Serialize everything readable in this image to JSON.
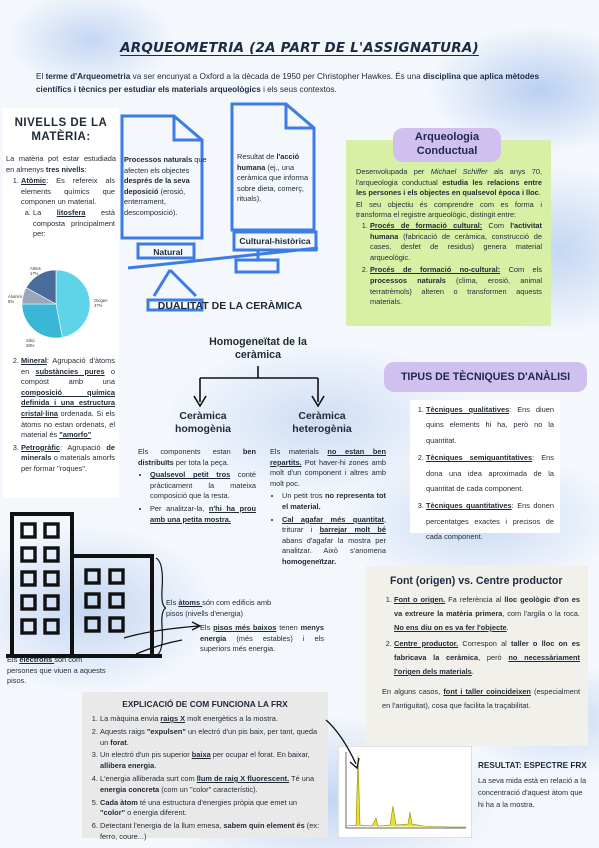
{
  "title": "ARQUEOMETRIA (2A PART DE L'ASSIGNATURA)",
  "intro": {
    "p1": "El ",
    "b1": "terme d'Arqueometria",
    "p2": " va ser encunyat a Oxford a la dècada de 1950 per Christopher Hawkes. És una ",
    "b2": "disciplina que aplica mètodes científics i tècnics per estudiar els materials arqueològics",
    "p3": " i els seus contextos."
  },
  "nivells": {
    "heading": "NIVELLS DE LA MATÈRIA:",
    "lead_a": "La matèria pot estar estudiada en almenys ",
    "lead_b": "tres nivells",
    "lead_c": ":",
    "item1_label": "Atòmic",
    "item1_text": ": Es refereix als elements químics que componen un material.",
    "sub_a_label": "La ",
    "sub_a_term": "litosfera",
    "sub_a_text": " està composta principalment per:",
    "item2_label": "Mineral",
    "item2_a": ": Agrupació d'àtoms en ",
    "item2_b": "substàncies pures",
    "item2_c": " o compost amb una ",
    "item2_d": "composició química definida i una estructura cristal·lina",
    "item2_e": " ordenada. Si els àtoms no estan ordenats, el material és ",
    "item2_f": "\"amorfo\"",
    "item3_label": "Petrogràfic",
    "item3_a": ": Agrupació ",
    "item3_b": "de minerals",
    "item3_c": " o materials amorfs per formar \"roques\"."
  },
  "pie": {
    "slices": [
      {
        "label": "Oxígen",
        "value": 47,
        "display": "47%",
        "color": "#5fd3e8"
      },
      {
        "label": "Silici",
        "value": 28,
        "display": "28%",
        "color": "#3ab7d6"
      },
      {
        "label": "Alumini",
        "value": 8,
        "display": "8%",
        "color": "#9aa7b6"
      },
      {
        "label": "Altres",
        "value": 17,
        "display": "17%",
        "color": "#4a6c9a"
      }
    ]
  },
  "dualitat": {
    "natural_a": "Processos naturals",
    "natural_b": " que afecten els objectes ",
    "natural_c": "després de la seva deposició",
    "natural_d": " (erosió, enterrament, descomposició).",
    "natural_label": "Natural",
    "cultural_a": "Resultat de ",
    "cultural_b": "l'acció humana",
    "cultural_c": " (ej., una ceràmica que informa sobre dieta, comerç, rituals).",
    "cultural_label": "Cultural-històrica",
    "caption": "DUALITAT DE LA CERÀMICA"
  },
  "arq": {
    "pill": "Arqueologia Conductual",
    "p1": "Desenvolupada per ",
    "p1_i": "Michael Schiffer",
    "p1_b": " als anys 70, l'arqueologia conductual ",
    "p1_c": "estudia les relacions entre les persones i els objectes en qualsevol època i lloc",
    "p1_d": ".",
    "p2": "El seu objectiu és comprendre com es forma i transforma el registre arqueològic, distingit entre:",
    "i1_label": "Procés de formació cultural:",
    "i1_a": " Com ",
    "i1_b": "l'activitat humana",
    "i1_c": " (fabricació de ceràmica, construcció de cases, desfet de residus) genera material arqueològic.",
    "i2_label": "Procés de formació no-cultural:",
    "i2_a": " Com els ",
    "i2_b": "processos naturals",
    "i2_c": " (clima, erosió, animal terratrèmols) alteren o transformen aquests materials."
  },
  "homog": {
    "title": "Homogeneïtat de la ceràmica",
    "left_title": "Ceràmica homogènia",
    "left_a": "Els components estan ",
    "left_b": "ben distribuïts",
    "left_c": " per tota la peça.",
    "left_li1_a": "Qualsevol petit tros",
    "left_li1_b": " conté pràcticament la mateixa composició que la resta.",
    "left_li2_a": "Per analitzar-la, ",
    "left_li2_b": "n'hi ha prou amb una petita mostra.",
    "right_title": "Ceràmica heterogènia",
    "right_a": "Els materials ",
    "right_b": "no estan ben repartits.",
    "right_c": " Pot haver-hi zones amb molt d'un component i altres amb molt poc.",
    "right_li1_a": "Un petit tros ",
    "right_li1_b": "no representa tot el material.",
    "right_li2_a": "Cal agafar més quantitat",
    "right_li2_b": ", triturar i ",
    "right_li2_c": "barrejar molt bé",
    "right_li2_d": " abans d'agafar la mostra per analitzar. Això s'anomena ",
    "right_li2_e": "homogeneïtzar."
  },
  "tipus": {
    "pill": "TIPUS DE TÈCNIQUES D'ANÀLISI",
    "t1_label": "Tècniques qualitatives",
    "t1_text": ": Ens diuen quins elements hi ha, però no la quantitat.",
    "t2_label": "Tècniques semiquantitatives",
    "t2_text": ": Ens dona una idea aproximada de la quantitat de cada component.",
    "t3_label": "Tècniques quantitatives",
    "t3_text": ": Ens donen percentatges exactes i precisos de cada component."
  },
  "building": {
    "atoms_a": "Els ",
    "atoms_b": "àtoms ",
    "atoms_c": "són com edificis amb pisos (nivells d'energia)",
    "pisos_a": "Els ",
    "pisos_b": "pisos més baixos",
    "pisos_c": " tenen ",
    "pisos_d": "menys energia",
    "pisos_e": " (més estables) i els superiors més energia.",
    "electrons_a": "Els ",
    "electrons_b": "electrons ",
    "electrons_c": "són com persones que viuen a aquests pisos."
  },
  "font": {
    "title": "Font (origen) vs. Centre productor",
    "i1_label": "Font o origen.",
    "i1_a": " Fa referència al ",
    "i1_b": "lloc geològic d'on es va extreure la matèria primera",
    "i1_c": ", com l'argila o la roca. ",
    "i1_d": "No ens diu on es va fer l'objecte",
    "i1_e": ".",
    "i2_label": "Centre productor.",
    "i2_a": " Correspon al ",
    "i2_b": "taller o lloc on es fabricava la ceràmica",
    "i2_c": ", però ",
    "i2_d": "no necessàriament l'origen dels materials",
    "i2_e": ".",
    "p_a": "En alguns casos, ",
    "p_b": "font i taller coincideixen",
    "p_c": " (especialment en l'antiguitat), cosa que facilita la traçabilitat."
  },
  "frx": {
    "title": "EXPLICACIÓ DE COM FUNCIONA LA FRX",
    "s1_a": "La màquina envia ",
    "s1_b": "raigs X",
    "s1_c": " molt energètics a la mostra.",
    "s2_a": "Aquests raigs ",
    "s2_b": "\"expulsen\"",
    "s2_c": " un electró d'un pis baix, per tant, queda un ",
    "s2_d": "forat",
    "s2_e": ".",
    "s3_a": "Un electró d'un pis superior ",
    "s3_b": "baixa",
    "s3_c": " per ocupar el forat. En baixar, ",
    "s3_d": "allibera energia",
    "s3_e": ".",
    "s4_a": "L'energia alliberada surt com ",
    "s4_b": "llum de raig X fluorescent.",
    "s4_c": " Té una ",
    "s4_d": "energia concreta",
    "s4_e": " (com un \"color\" característic).",
    "s5_a": "Cada àtom",
    "s5_b": " té una estructura d'energies pròpia que emet un ",
    "s5_c": "\"color\"",
    "s5_d": " o energia diferent.",
    "s6_a": "Detectant l'energia de la llum emesa, ",
    "s6_b": "sabem quin element és",
    "s6_c": " (ex: ferro, coure...)"
  },
  "resultat": {
    "title": "RESULTAT: ESPECTRE FRX",
    "text": "La seva mida està en relació a la concentració d'aquest àtom que hi ha a la mostra."
  },
  "colors": {
    "accent_blue": "#3b7de3",
    "green_panel": "#d8f0a6",
    "pill_purple": "#cfc0f0",
    "spectrum_yellow": "#e8e02a"
  }
}
